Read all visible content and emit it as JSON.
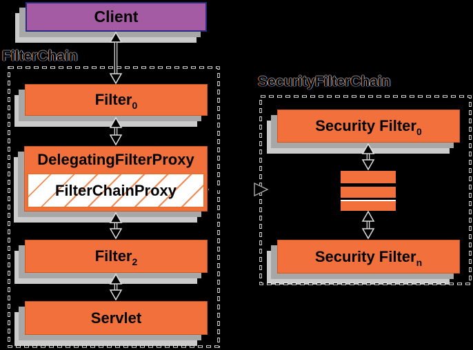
{
  "client": {
    "label": "Client"
  },
  "filter_chain": {
    "label": "FilterChain",
    "filter0_base": "Filter",
    "filter0_sub": "0",
    "delegating_filter_proxy_label": "DelegatingFilterProxy",
    "filter_chain_proxy_label": "FilterChainProxy",
    "filter2_base": "Filter",
    "filter2_sub": "2",
    "servlet_label": "Servlet"
  },
  "security_filter_chain": {
    "label": "SecurityFilterChain",
    "filter0_base": "Security Filter",
    "filter0_sub": "0",
    "filtern_base": "Security Filter",
    "filtern_sub": "n"
  },
  "colors": {
    "background": "#000000",
    "box_orange": "#F2703C",
    "box_orange_border": "#C85A22",
    "client_purple": "#A55BA3",
    "client_border": "#2B2B80",
    "shadow_inner": "#A7A7A7",
    "shadow_outer": "#CBCBCB",
    "hatch_line": "#F08A52",
    "proxy_inner_bg": "#FFFFFF",
    "dash_outline": "#ECECEC",
    "arrow_fill": "#000000",
    "arrow_halo": "#E8E8E8",
    "label_fringe_left": "#E5832F",
    "label_fringe_right": "#6FAEE8"
  }
}
